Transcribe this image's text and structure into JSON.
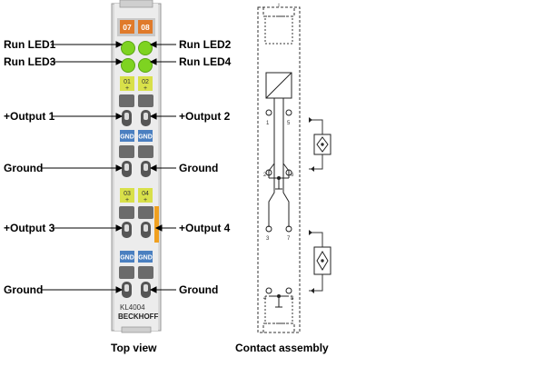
{
  "header_labels": {
    "left": "07",
    "right": "08"
  },
  "labels_left": [
    "Run LED1",
    "Run LED3",
    "+Output 1",
    "Ground",
    "+Output 3",
    "Ground"
  ],
  "labels_right": [
    "Run LED2",
    "Run LED4",
    "+Output 2",
    "Ground",
    "+Output 4",
    "Ground"
  ],
  "terminal_tags": {
    "output_1_2": [
      "01",
      "02"
    ],
    "gnd_1": [
      "GND",
      "GND"
    ],
    "output_3_4": [
      "03",
      "04"
    ],
    "gnd_2": [
      "GND",
      "GND"
    ],
    "plus_sign": "+"
  },
  "module": {
    "model": "KL4004",
    "brand": "BECKHOFF"
  },
  "contact_numbers": [
    "1",
    "5",
    "2",
    "6",
    "3",
    "7",
    "4",
    "8"
  ],
  "captions": {
    "top_view": "Top view",
    "contact_assembly": "Contact assembly"
  },
  "colors": {
    "led_green": "#7ed321",
    "header_orange": "#e07a2a",
    "tag_yellow": "#d8e04a",
    "tag_blue": "#4a7fc0",
    "housing": "#e6e6e6",
    "side_marker": "#f0a020"
  }
}
